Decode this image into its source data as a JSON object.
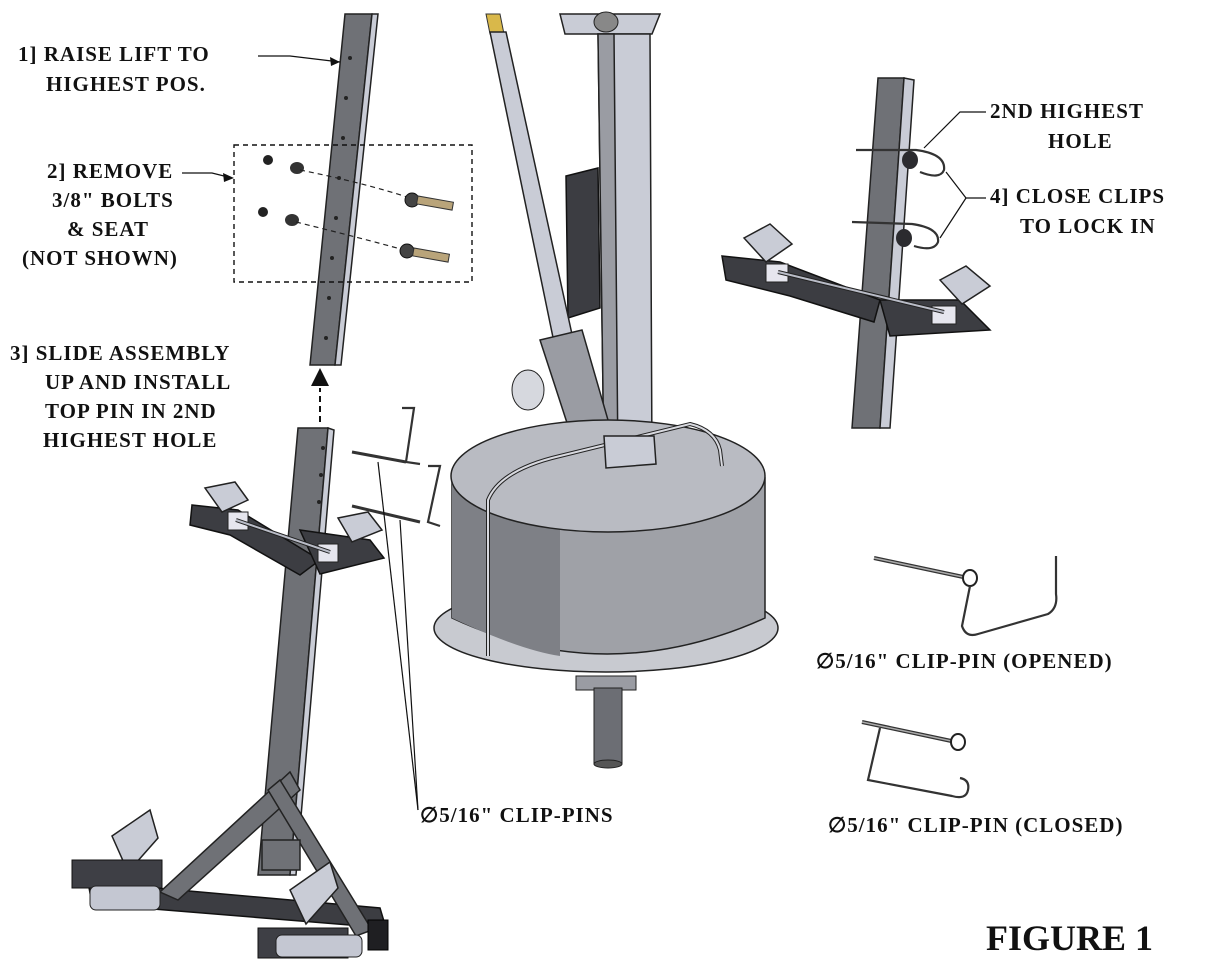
{
  "labels": {
    "step1_line1": "1] RAISE LIFT TO",
    "step1_line2": "HIGHEST POS.",
    "step2_line1": "2] REMOVE",
    "step2_line2": "3/8\" BOLTS",
    "step2_line3": "& SEAT",
    "step2_line4": "(NOT SHOWN)",
    "step3_line1": "3] SLIDE ASSEMBLY",
    "step3_line2": "UP AND INSTALL",
    "step3_line3": "TOP PIN IN 2ND",
    "step3_line4": "HIGHEST HOLE",
    "hole_line1": "2ND HIGHEST",
    "hole_line2": "HOLE",
    "step4_line1": "4] CLOSE CLIPS",
    "step4_line2": "TO LOCK IN",
    "clip_pins": "∅5/16\" CLIP-PINS",
    "clip_pin_opened": "∅5/16\" CLIP-PIN (OPENED)",
    "clip_pin_closed": "∅5/16\" CLIP-PIN (CLOSED)",
    "figure": "FIGURE 1"
  },
  "colors": {
    "metal": "#6f7176",
    "metal_light": "#c9ccd6",
    "ink": "#111111",
    "background": "#ffffff"
  }
}
